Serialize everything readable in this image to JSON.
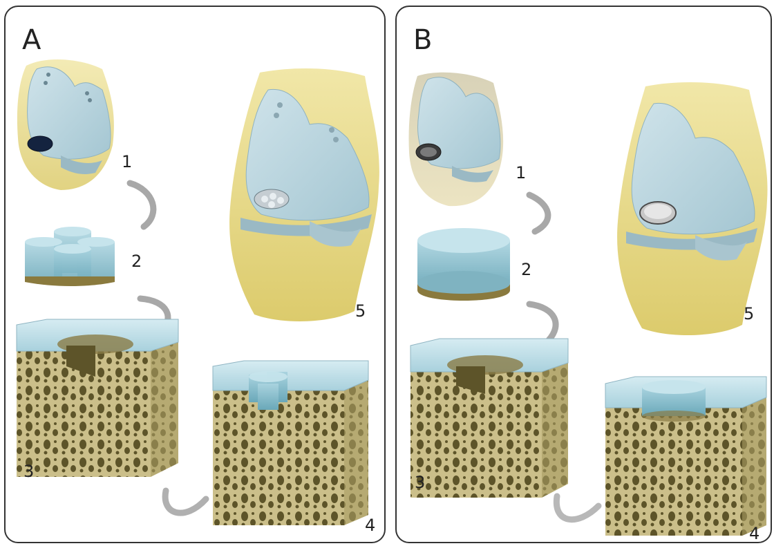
{
  "panels": [
    {
      "letter": "A",
      "steps": [
        "1",
        "2",
        "3",
        "4",
        "5"
      ]
    },
    {
      "letter": "B",
      "steps": [
        "1",
        "2",
        "3",
        "4",
        "5"
      ]
    }
  ],
  "colors": {
    "bone": "#e6d98a",
    "cartilage": "#b9d6df",
    "trabecular": "#c9bd86",
    "trabecular_dark": "#6e6535",
    "graft": "#7fb8c8",
    "arrow": "#9a9a9a",
    "border": "#333333"
  }
}
